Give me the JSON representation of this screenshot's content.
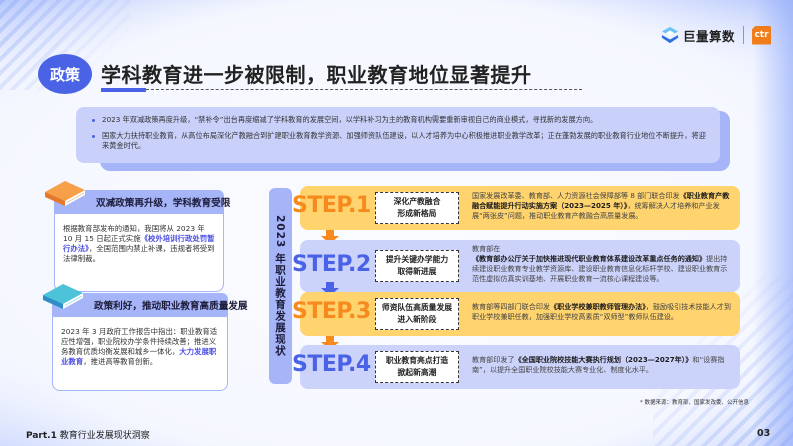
{
  "header": {
    "badge": "政策",
    "title": "学科教育进一步被限制，职业教育地位显著提升"
  },
  "logos": {
    "brand": "巨量算数",
    "partner": "ctr"
  },
  "intro": {
    "bullets": [
      "2023 年双减政策再度升级，“禁补令”出台再度缩减了学科教育的发展空间，以学科补习为主的教育机构需要重新审视自己的商业模式，寻找新的发展方向。",
      "国家大力扶持职业教育，从高位布局深化产教融合到扩建职业教育教学资源、加强师资队伍建设，以人才培养为中心积极推进职业教学改革；正在蓬勃发展的职业教育行业地位不断提升，将迎来黄金时代。"
    ]
  },
  "cards": [
    {
      "title": "双减政策再升级，学科教育受限",
      "text_before": "根据教育部发布的通知，我国将从 2023 年 10 月 15 日起正式实施",
      "highlight": "《校外培训行政处罚暂行办法》",
      "text_after": "，全国范围内禁止补课，违规者将受到法律制裁。"
    },
    {
      "title": "政策利好，推动职业教育高质量发展",
      "text_before": "2023 年 3 月政府工作报告中指出：职业教育适应性增强，职业院校办学条件持续改善；推进义务教育优质均衡发展和城乡一体化，",
      "highlight": "大力发展职业教育",
      "text_after": "，推进高等教育创新。"
    }
  ],
  "vertical_label": "2023 年职业教育发展现状",
  "steps": [
    {
      "label": "STEP.1",
      "tag_line1": "深化产教融合",
      "tag_line2": "形成新格局",
      "desc_before": "国家发展改革委、教育部、人力资源社会保障部等 8 部门联合印发",
      "desc_bold": "《职业教育产教融合赋能提升行动实施方案（2023—2025 年）》",
      "desc_after": "，统筹解决人才培养和产业发展“两张皮”问题，推动职业教育产教融合高质量发展。"
    },
    {
      "label": "STEP.2",
      "tag_line1": "提升关键办学能力",
      "tag_line2": "取得新进展",
      "desc_before": "教育部在",
      "desc_bold": "《教育部办公厅关于加快推进现代职业教育体系建设改革重点任务的通知》",
      "desc_after": "提出持续建设职业教育专业教学资源库、建设职业教育信息化标杆学校、建设职业教育示范性虚拟仿真实训基地、开展职业教育一流核心课程建设等。"
    },
    {
      "label": "STEP.3",
      "tag_line1": "师资队伍高质量发展",
      "tag_line2": "进入新阶段",
      "desc_before": "教育部等四部门联合印发",
      "desc_bold": "《职业学校兼职教师管理办法》",
      "desc_after": "，鼓励吸引技术技能人才到职业学校兼职任教，加强职业学校高素质“双师型”教师队伍建设。"
    },
    {
      "label": "STEP.4",
      "tag_line1": "职业教育亮点打造",
      "tag_line2": "掀起新高潮",
      "desc_before": "教育部印发了",
      "desc_bold": "《全国职业院校技能大赛执行规划（2023—2027年）》",
      "desc_after": "和“设赛指南”，以提升全国职业院校技能大赛专业化、制度化水平。"
    }
  ],
  "source": "* 数据来源：教育部、国家发改委、公开信息",
  "footer": {
    "part": "Part.1",
    "section": "教育行业发展现状洞察",
    "page": "03"
  },
  "colors": {
    "accent_blue": "#4a63e6",
    "accent_orange": "#f78a1e",
    "panel_blue": "#ccd3fb",
    "panel_orange": "#ffd36e"
  }
}
